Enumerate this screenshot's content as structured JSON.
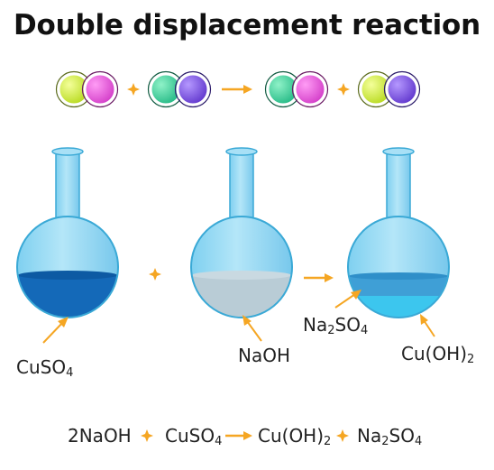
{
  "title": "Double displacement reaction",
  "colors": {
    "yellow": "#c7ea2e",
    "magenta": "#e64fd9",
    "teal": "#33d39c",
    "purple": "#7a4fe0",
    "arrow": "#f5a623",
    "flask_glass": "#8fd6f2",
    "flask_outline": "#3aa9d6",
    "cuso4_liquid": "#1469b8",
    "naoh_liquid": "#b9ccd6",
    "na2so4_layer": "#3f9fd6",
    "cuoh2_layer": "#3cc6ee"
  },
  "icons": [
    "plus-icon",
    "arrow-right-icon"
  ],
  "labels": {
    "cuso4": {
      "main": "CuSO",
      "sub": "4"
    },
    "naoh": {
      "main": "NaOH"
    },
    "na2so4": {
      "p1": "Na",
      "s1": "2",
      "p2": "SO",
      "s2": "4"
    },
    "cuoh2": {
      "main": "Cu(OH)",
      "sub": "2"
    }
  },
  "equation": {
    "t1": "2NaOH",
    "t2_main": "CuSO",
    "t2_sub": "4",
    "t3_main": "Cu(OH)",
    "t3_sub": "2",
    "t4_p1": "Na",
    "t4_s1": "2",
    "t4_p2": "SO",
    "t4_s2": "4"
  }
}
